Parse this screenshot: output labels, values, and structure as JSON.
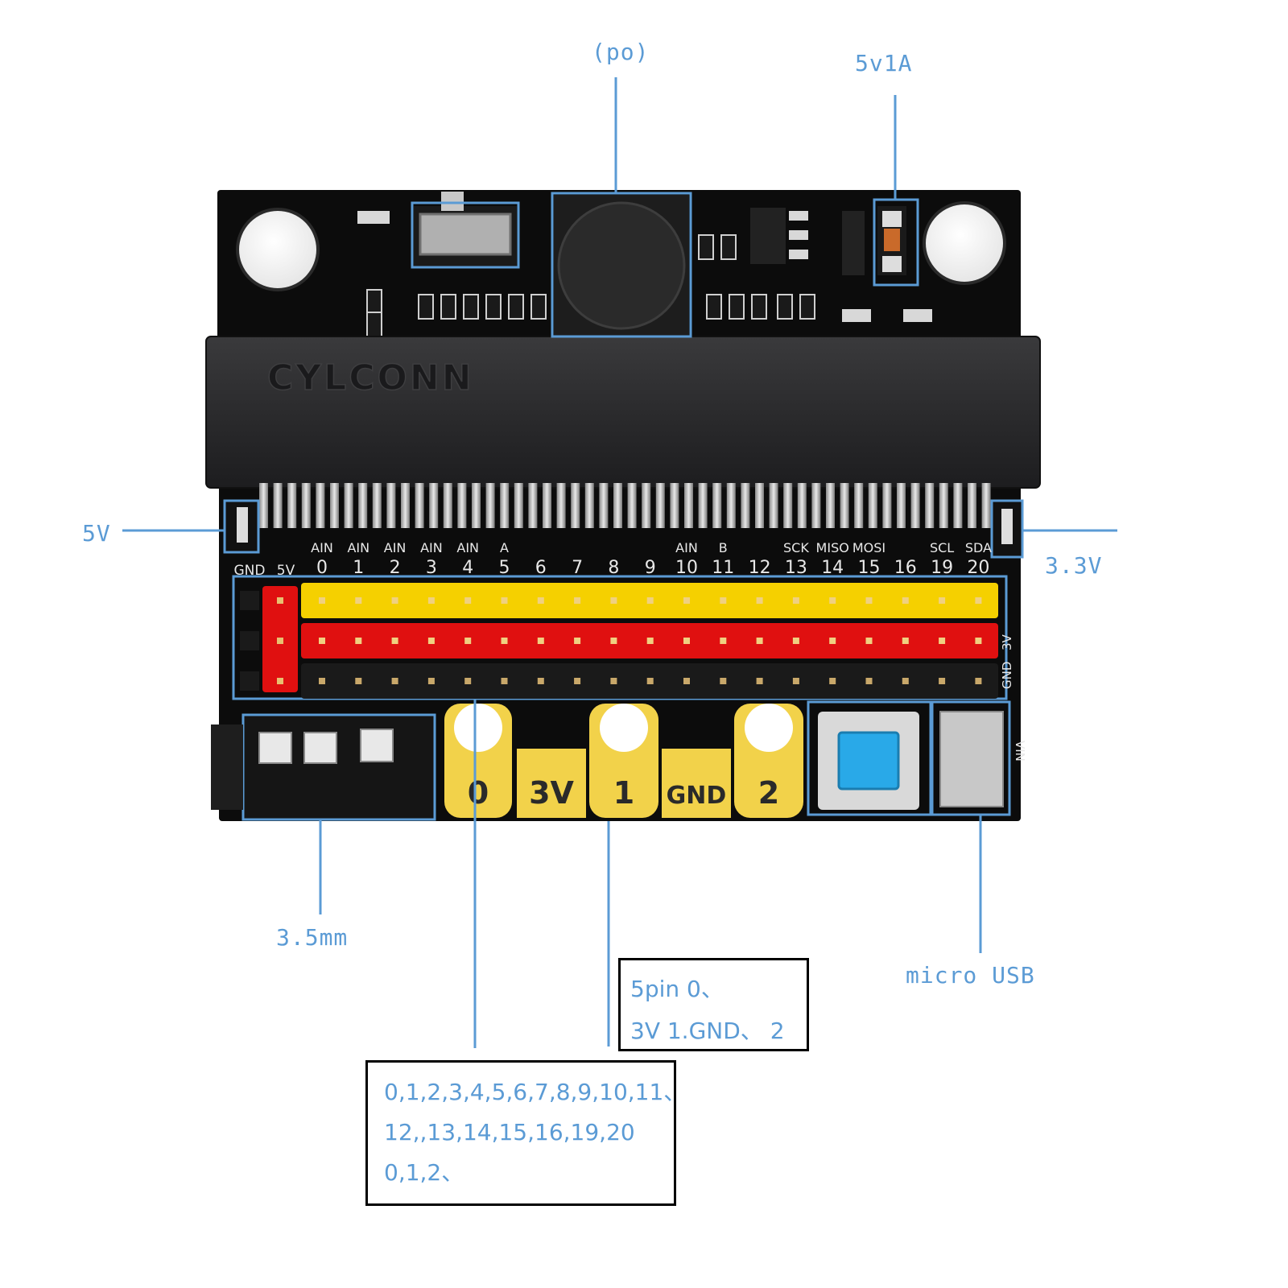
{
  "callouts": {
    "buzzer": "(po)",
    "power_led_current": "5v1A",
    "led_5v": "5V",
    "led_3v3": "3.3V",
    "jack": "3.5mm",
    "usb": "micro USB"
  },
  "board": {
    "brand": "CYLCONN",
    "function_labels": [
      {
        "pin": "0",
        "fn": "AIN"
      },
      {
        "pin": "1",
        "fn": "AIN"
      },
      {
        "pin": "2",
        "fn": "AIN"
      },
      {
        "pin": "3",
        "fn": "AIN"
      },
      {
        "pin": "4",
        "fn": "AIN"
      },
      {
        "pin": "5",
        "fn": "A"
      },
      {
        "pin": "6",
        "fn": ""
      },
      {
        "pin": "7",
        "fn": ""
      },
      {
        "pin": "8",
        "fn": ""
      },
      {
        "pin": "9",
        "fn": ""
      },
      {
        "pin": "10",
        "fn": "AIN"
      },
      {
        "pin": "11",
        "fn": "B"
      },
      {
        "pin": "12",
        "fn": ""
      },
      {
        "pin": "13",
        "fn": "SCK"
      },
      {
        "pin": "14",
        "fn": "MISO"
      },
      {
        "pin": "15",
        "fn": "MOSI"
      },
      {
        "pin": "16",
        "fn": ""
      },
      {
        "pin": "19",
        "fn": "SCL"
      },
      {
        "pin": "20",
        "fn": "SDA"
      }
    ],
    "left_header_labels": [
      "GND",
      "5V"
    ],
    "side_labels": [
      "GND",
      "3V"
    ],
    "pads": [
      "0",
      "3V",
      "1",
      "GND",
      "2"
    ],
    "usb_side_label": "VIN"
  },
  "notes": {
    "pads_note": [
      "5pin    0、",
      "3V 1.GND、 2"
    ],
    "pins_note": [
      "0,1,2,3,4,5,6,7,8,9,10,11、",
      "12,,13,14,15,16,19,20",
      "0,1,2、"
    ]
  },
  "colors": {
    "accent": "#5b9bd5",
    "board": "#0c0c0c",
    "yellow_header": "#f5d000",
    "red_header": "#e01010",
    "pad_yellow": "#f2d24a",
    "button_blue": "#29a9e8"
  }
}
